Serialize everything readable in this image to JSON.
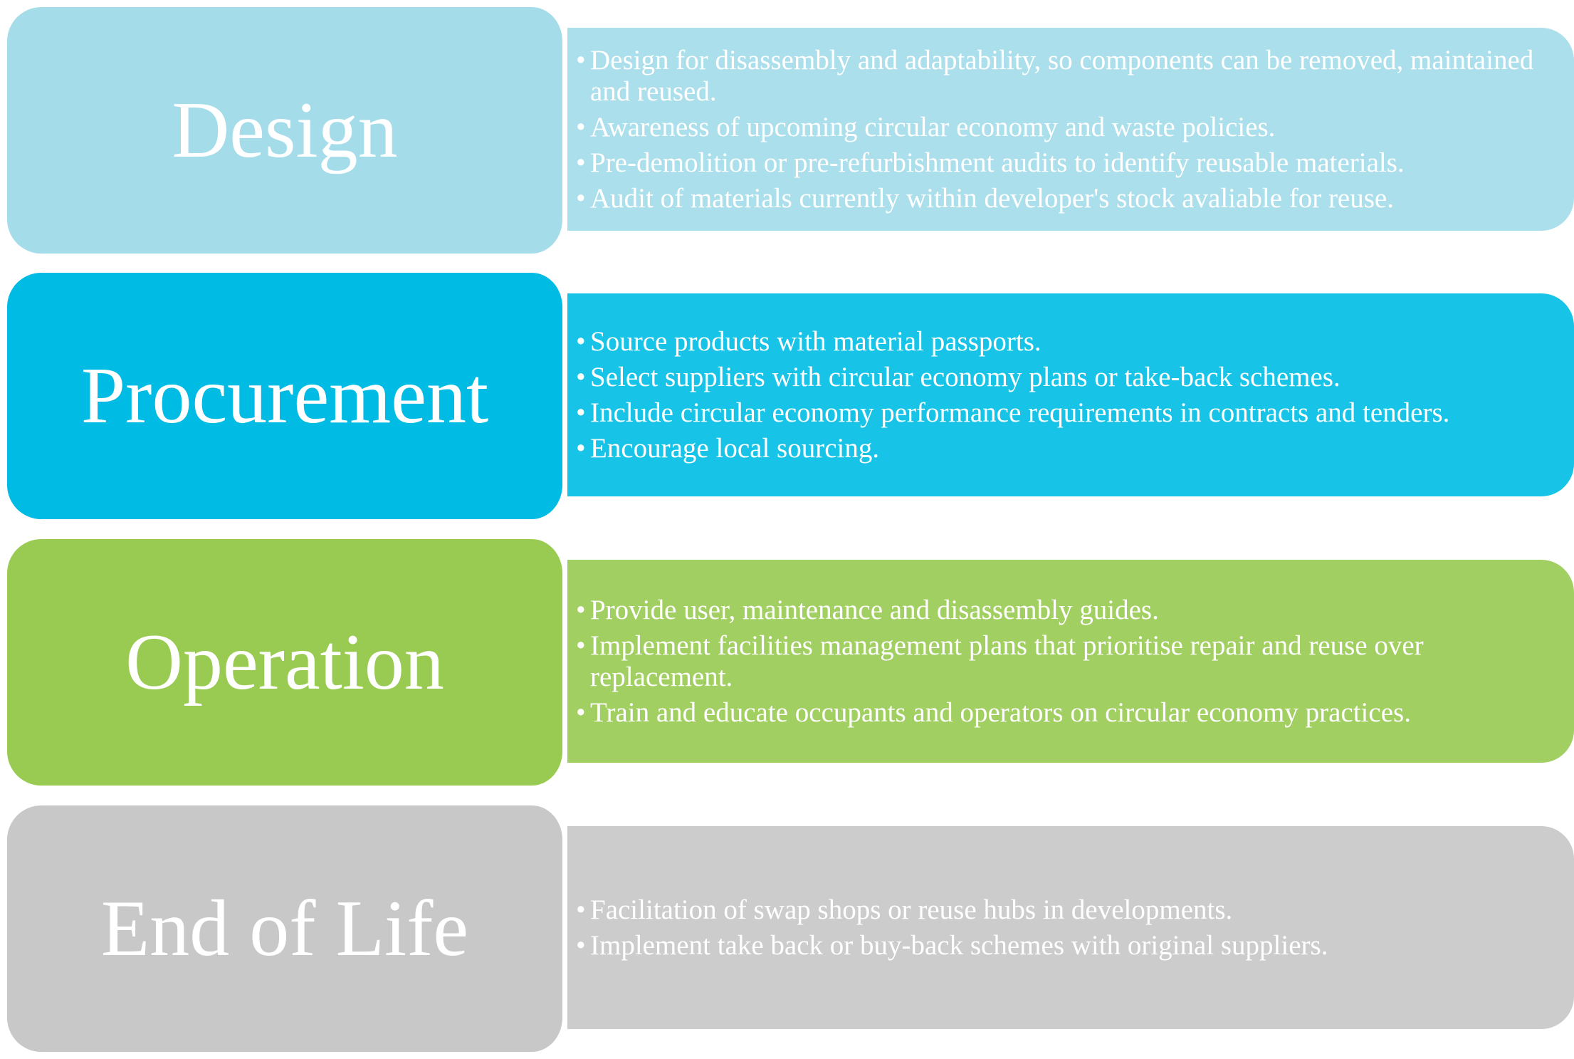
{
  "stages": [
    {
      "title": "Design",
      "color": "#a5dcea",
      "panel_color": "#abdfeb",
      "items": [
        "Design for disassembly and adaptability, so components can be removed, maintained and reused.",
        "Awareness of upcoming circular economy and waste policies.",
        "Pre-demolition or pre-refurbishment audits to identify reusable materials.",
        "Audit of materials currently within developer's stock avaliable for reuse."
      ]
    },
    {
      "title": "Procurement",
      "color": "#00bce4",
      "panel_color": "#17c3e6",
      "items": [
        "Source products with material passports.",
        "Select suppliers with circular economy plans or take-back schemes.",
        "Include circular economy performance requirements in contracts and tenders.",
        "Encourage local sourcing."
      ]
    },
    {
      "title": "Operation",
      "color": "#99ca51",
      "panel_color": "#a2cf62",
      "items": [
        "Provide user, maintenance and disassembly guides.",
        "Implement facilities management plans that prioritise repair and reuse over replacement.",
        "Train and educate occupants and operators on circular economy practices."
      ]
    },
    {
      "title": "End of Life",
      "color": "#c8c8c8",
      "panel_color": "#cccccc",
      "items": [
        "Facilitation of swap shops or reuse hubs in developments.",
        "Implement take back or buy-back schemes with original suppliers."
      ]
    }
  ]
}
